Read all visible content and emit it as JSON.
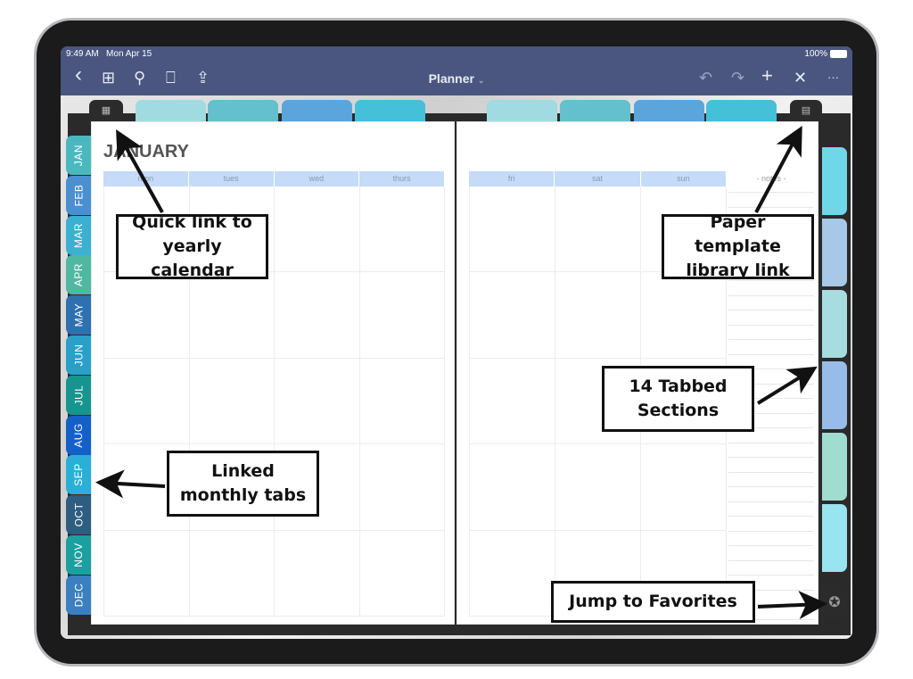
{
  "status": {
    "time": "9:49 AM",
    "date": "Mon Apr 15",
    "battery": "100%"
  },
  "toolbar": {
    "title": "Planner",
    "title_chevron": "⌄",
    "back": "‹",
    "grid": "⊞",
    "search": "⚲",
    "bookmark": "⎕",
    "share": "⇪",
    "undo": "↶",
    "redo": "↷",
    "add": "+",
    "pen": "✕",
    "more": "···"
  },
  "top_tabs": [
    "#9fdbe0",
    "#63c0cc",
    "#5aa5dc",
    "#44c0d9",
    "#9fdbe0",
    "#63c0cc",
    "#5aa5dc",
    "#44c0d9"
  ],
  "months": [
    {
      "label": "JAN",
      "color": "#4bb8c0"
    },
    {
      "label": "FEB",
      "color": "#4a90d0"
    },
    {
      "label": "MAR",
      "color": "#3bb0d0"
    },
    {
      "label": "APR",
      "color": "#4fb8a0"
    },
    {
      "label": "MAY",
      "color": "#2f70b0"
    },
    {
      "label": "JUN",
      "color": "#2aa0c8"
    },
    {
      "label": "JUL",
      "color": "#16958f"
    },
    {
      "label": "AUG",
      "color": "#1460c8"
    },
    {
      "label": "SEP",
      "color": "#2ab0d8"
    },
    {
      "label": "OCT",
      "color": "#2f5d80"
    },
    {
      "label": "NOV",
      "color": "#1aa0a0"
    },
    {
      "label": "DEC",
      "color": "#3a80c0"
    }
  ],
  "right_tabs": [
    "#6fd8e8",
    "#a8c8e8",
    "#a8dde0",
    "#98bce8",
    "#a0ddd0",
    "#98e4f0"
  ],
  "page": {
    "month": "JANUARY",
    "left_days": [
      "mon",
      "tues",
      "wed",
      "thurs"
    ],
    "right_days": [
      "fri",
      "sat",
      "sun"
    ],
    "notes": "- notes -"
  },
  "callouts": {
    "yearly": "Quick link to yearly calendar",
    "template": "Paper template library link",
    "tabbed": "14 Tabbed Sections",
    "monthly": "Linked monthly tabs",
    "favorites": "Jump to Favorites"
  }
}
